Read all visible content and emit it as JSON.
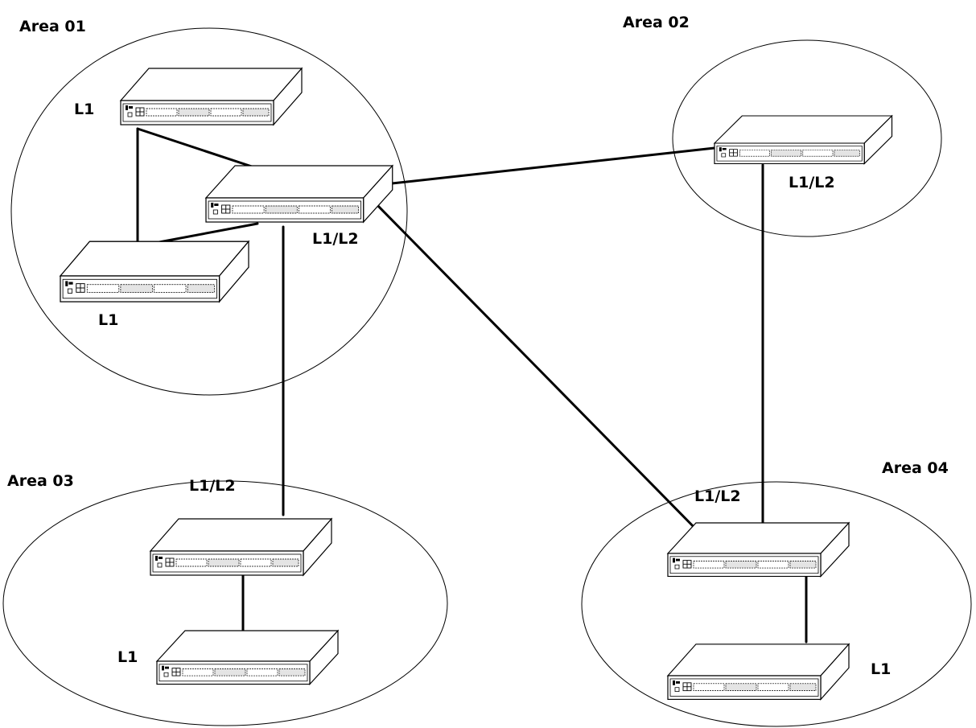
{
  "areas": [
    {
      "id": "area-01",
      "label": "Area 01"
    },
    {
      "id": "area-02",
      "label": "Area 02"
    },
    {
      "id": "area-03",
      "label": "Area 03"
    },
    {
      "id": "area-04",
      "label": "Area 04"
    }
  ],
  "switches": [
    {
      "id": "a1-top",
      "area": "area-01",
      "level": "L1"
    },
    {
      "id": "a1-core",
      "area": "area-01",
      "level": "L1/L2"
    },
    {
      "id": "a1-bottom",
      "area": "area-01",
      "level": "L1"
    },
    {
      "id": "a2-core",
      "area": "area-02",
      "level": "L1/L2"
    },
    {
      "id": "a3-core",
      "area": "area-03",
      "level": "L1/L2"
    },
    {
      "id": "a3-bottom",
      "area": "area-03",
      "level": "L1"
    },
    {
      "id": "a4-core",
      "area": "area-04",
      "level": "L1/L2"
    },
    {
      "id": "a4-bottom",
      "area": "area-04",
      "level": "L1"
    }
  ],
  "links": [
    {
      "from": "a1-top",
      "to": "a1-core"
    },
    {
      "from": "a1-top",
      "to": "a1-bottom"
    },
    {
      "from": "a1-bottom",
      "to": "a1-core"
    },
    {
      "from": "a1-core",
      "to": "a2-core"
    },
    {
      "from": "a1-core",
      "to": "a3-core"
    },
    {
      "from": "a1-core",
      "to": "a4-core"
    },
    {
      "from": "a2-core",
      "to": "a4-core"
    },
    {
      "from": "a3-core",
      "to": "a3-bottom"
    },
    {
      "from": "a4-core",
      "to": "a4-bottom"
    }
  ]
}
